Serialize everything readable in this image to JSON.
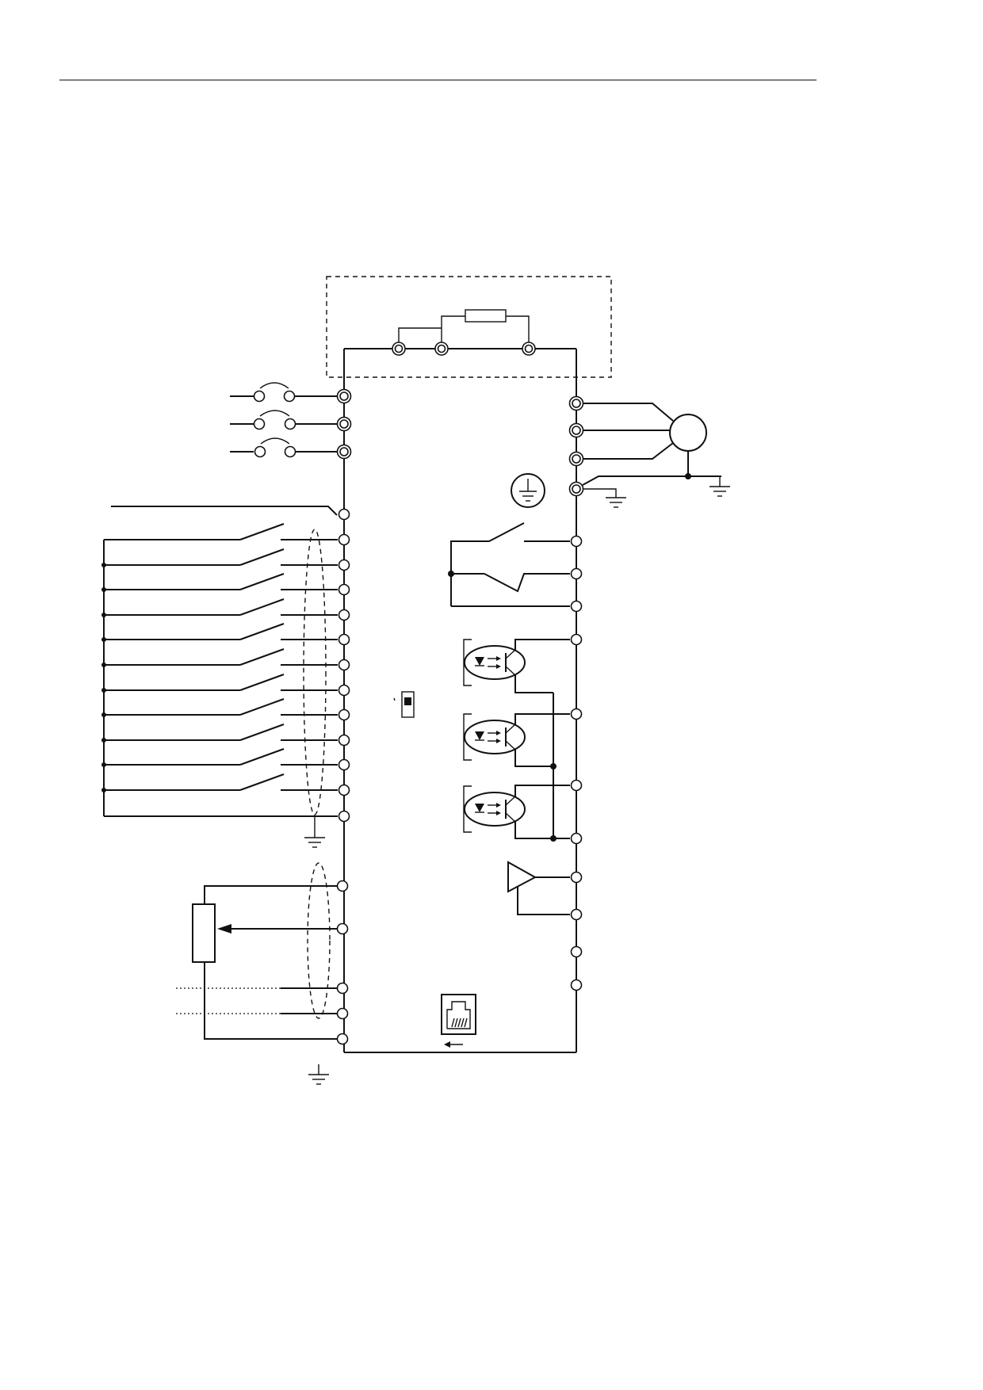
{
  "diagram": {
    "type": "inverter standard wiring diagram",
    "colors": {
      "line": "#111111",
      "header_rule": "#555555",
      "background": "#ffffff"
    },
    "counts": {
      "input_switch_rows": 11,
      "optocoupler_outputs": 3,
      "power_input_terminals": 3,
      "motor_output_terminals": 3
    },
    "icons": [
      "ground-icon",
      "motor-icon",
      "braking-resistor-icon",
      "rj45-port-icon",
      "potentiometer-icon",
      "jumper-switch-icon",
      "relay-contact-icon",
      "optocoupler-icon",
      "analog-output-amplifier-icon"
    ]
  }
}
